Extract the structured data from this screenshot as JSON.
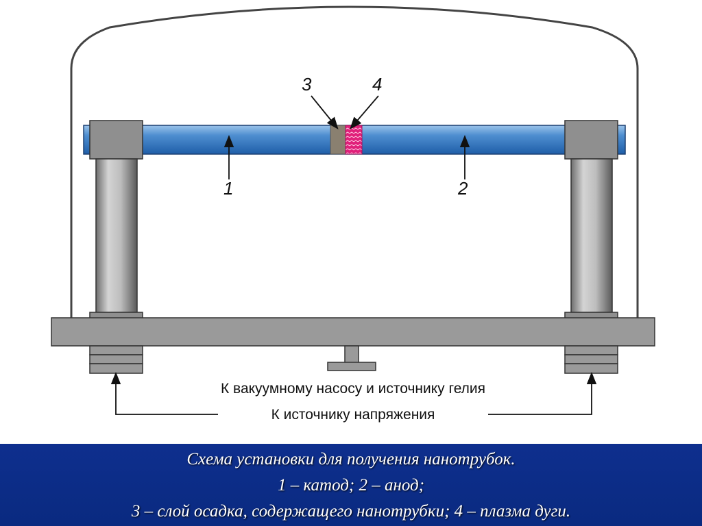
{
  "callouts": {
    "label_1": "1",
    "label_2": "2",
    "label_3": "3",
    "label_4": "4"
  },
  "bottom_labels": {
    "vacuum": "К вакуумному насосу и источнику гелия",
    "power": "К источнику напряжения"
  },
  "caption": {
    "line1": "Схема установки для получения нанотрубок.",
    "line2": "1 – катод;   2 – анод;",
    "line3": "3 – слой осадка, содержащего нанотрубки;   4 – плазма дуги."
  },
  "colors": {
    "electrode": "#3f7fc4",
    "deposit": "#8a8070",
    "plasma": "#e0207a",
    "caption_bg": "#0e2f8e"
  }
}
